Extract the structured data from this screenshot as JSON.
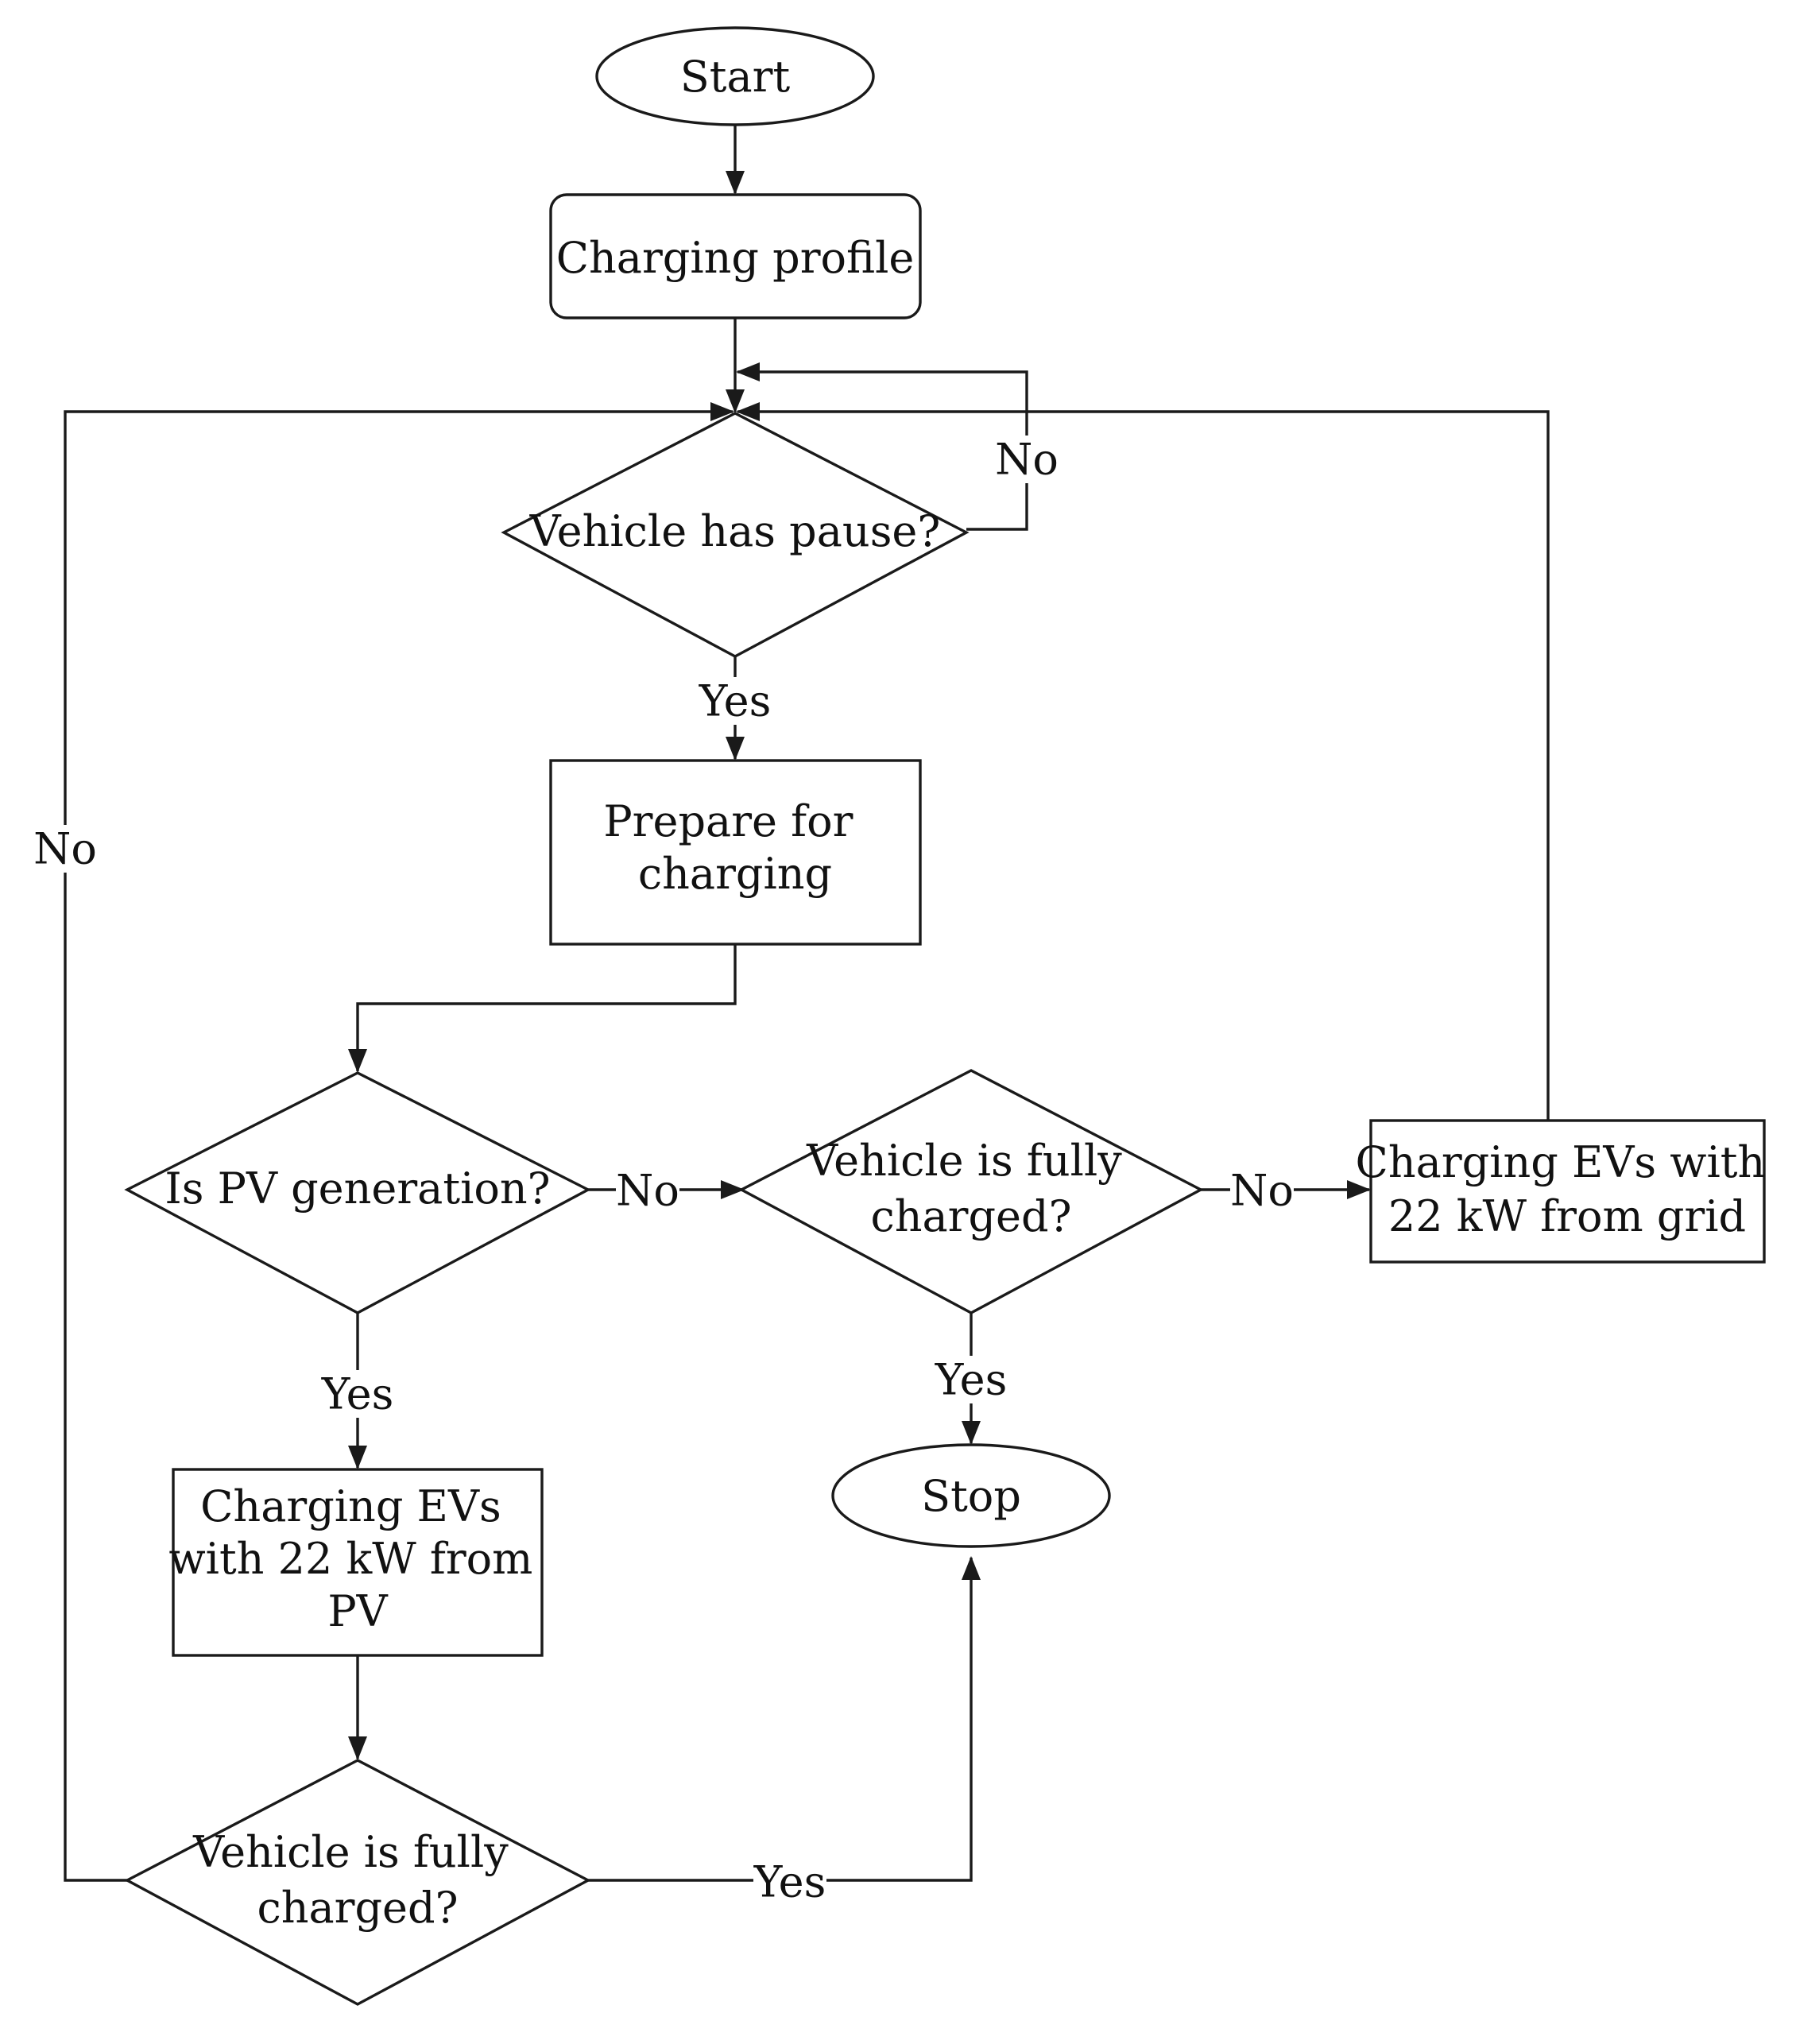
{
  "diagram": {
    "type": "flowchart",
    "colors": {
      "stroke": "#1a1a1a",
      "fill": "#ffffff",
      "text": "#111111"
    },
    "nodes": {
      "start": {
        "shape": "ellipse",
        "lines": [
          "Start"
        ]
      },
      "charging_profile": {
        "shape": "rounded-rect",
        "lines": [
          "Charging profile"
        ]
      },
      "vehicle_pause": {
        "shape": "diamond",
        "lines": [
          "Vehicle has pause?"
        ]
      },
      "prepare_charging": {
        "shape": "rect",
        "lines": [
          "Prepare for",
          "charging"
        ]
      },
      "pv_generation": {
        "shape": "diamond",
        "lines": [
          "Is PV generation?"
        ]
      },
      "fully_charged_mid": {
        "shape": "diamond",
        "lines": [
          "Vehicle is fully",
          "charged?"
        ]
      },
      "grid_charging": {
        "shape": "rect",
        "lines": [
          "Charging EVs with",
          "22 kW from grid"
        ]
      },
      "pv_charging": {
        "shape": "rect",
        "lines": [
          "Charging EVs",
          "with 22 kW from",
          "PV"
        ]
      },
      "stop": {
        "shape": "ellipse",
        "lines": [
          "Stop"
        ]
      },
      "fully_charged_bottom": {
        "shape": "diamond",
        "lines": [
          "Vehicle is fully",
          "charged?"
        ]
      }
    },
    "edges": {
      "start_to_profile": {
        "from": "start",
        "to": "charging_profile",
        "label": ""
      },
      "profile_to_pause": {
        "from": "charging_profile",
        "to": "vehicle_pause",
        "label": ""
      },
      "pause_no_loop": {
        "from": "vehicle_pause",
        "to": "vehicle_pause",
        "label": "No"
      },
      "pause_yes": {
        "from": "vehicle_pause",
        "to": "prepare_charging",
        "label": "Yes"
      },
      "prepare_to_pv": {
        "from": "prepare_charging",
        "to": "pv_generation",
        "label": ""
      },
      "pv_no": {
        "from": "pv_generation",
        "to": "fully_charged_mid",
        "label": "No"
      },
      "pv_yes": {
        "from": "pv_generation",
        "to": "pv_charging",
        "label": "Yes"
      },
      "mid_no": {
        "from": "fully_charged_mid",
        "to": "grid_charging",
        "label": "No"
      },
      "mid_yes": {
        "from": "fully_charged_mid",
        "to": "stop",
        "label": "Yes"
      },
      "grid_back": {
        "from": "grid_charging",
        "to": "vehicle_pause",
        "label": ""
      },
      "pv_charging_down": {
        "from": "pv_charging",
        "to": "fully_charged_bottom",
        "label": ""
      },
      "bottom_yes": {
        "from": "fully_charged_bottom",
        "to": "stop",
        "label": "Yes"
      },
      "bottom_no": {
        "from": "fully_charged_bottom",
        "to": "vehicle_pause",
        "label": "No"
      }
    }
  }
}
